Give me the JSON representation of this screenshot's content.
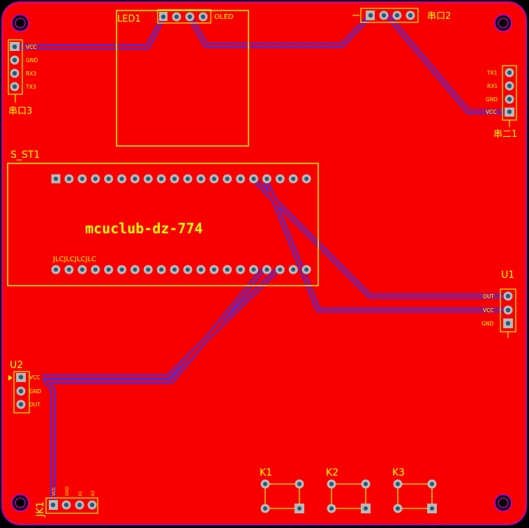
{
  "colors": {
    "board": "#f80000",
    "outline": "#c000c0",
    "silk": "#ffff00",
    "trace": "#3030ff",
    "pad": "#b8b8b8",
    "hole": "#1e5e7e"
  },
  "board_title": "mcuclub-dz-774",
  "ref_led1": "LED1",
  "oled_label": "OLED",
  "ref_uart2": "串口2",
  "ref_uart3": "串口3",
  "ref_uart1": "串二1",
  "ref_s_st1": "S_ST1",
  "jlc_text": "JLCJLCJLCJLC",
  "ref_u1": "U1",
  "u1_pins": [
    "OUT",
    "VCC",
    "GND"
  ],
  "ref_u2": "U2",
  "u2_pins": [
    "VCC",
    "GND",
    "OUT"
  ],
  "uart3_pins": [
    "VCC",
    "GND",
    "RX3",
    "TX3"
  ],
  "uart1_pins": [
    "TX1",
    "RX1",
    "GND",
    "VCC"
  ],
  "ref_jk1": "JK1",
  "jk1_pins": [
    "VCC",
    "GND",
    "K1",
    "K2"
  ],
  "ref_k1": "K1",
  "ref_k2": "K2",
  "ref_k3": "K3"
}
